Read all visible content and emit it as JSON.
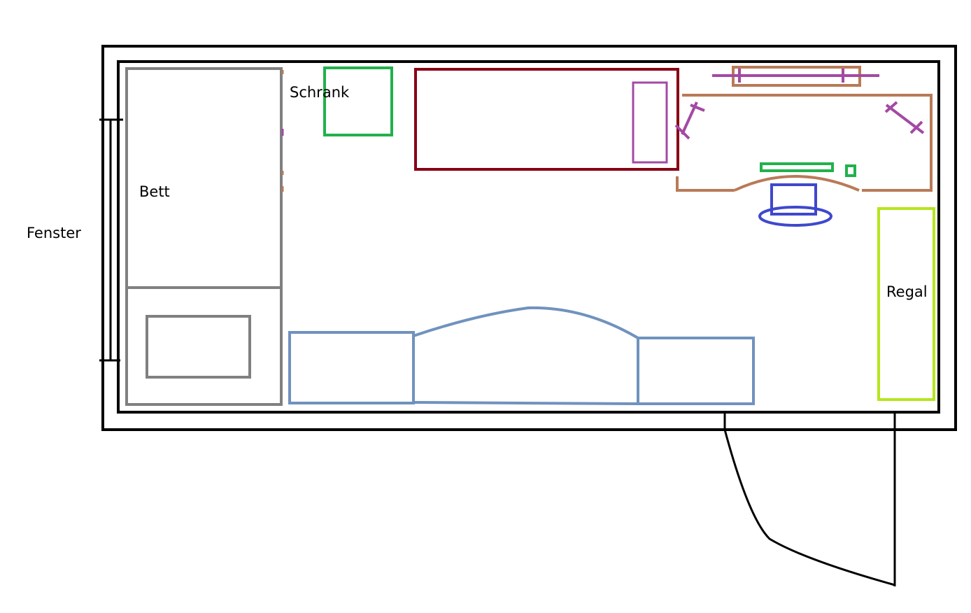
{
  "labels": {
    "window": "Fenster",
    "bed": "Bett",
    "wardrobe": "Schrank",
    "shelf": "Regal"
  },
  "colors": {
    "walls": "#000000",
    "bed": "#808080",
    "wardrobe": "#22b14c",
    "table": "#880015",
    "purple_items": "#a349a4",
    "desk": "#b97a57",
    "chair": "#3f48cc",
    "shelf": "#b5e61d",
    "sofa": "#7092be"
  }
}
